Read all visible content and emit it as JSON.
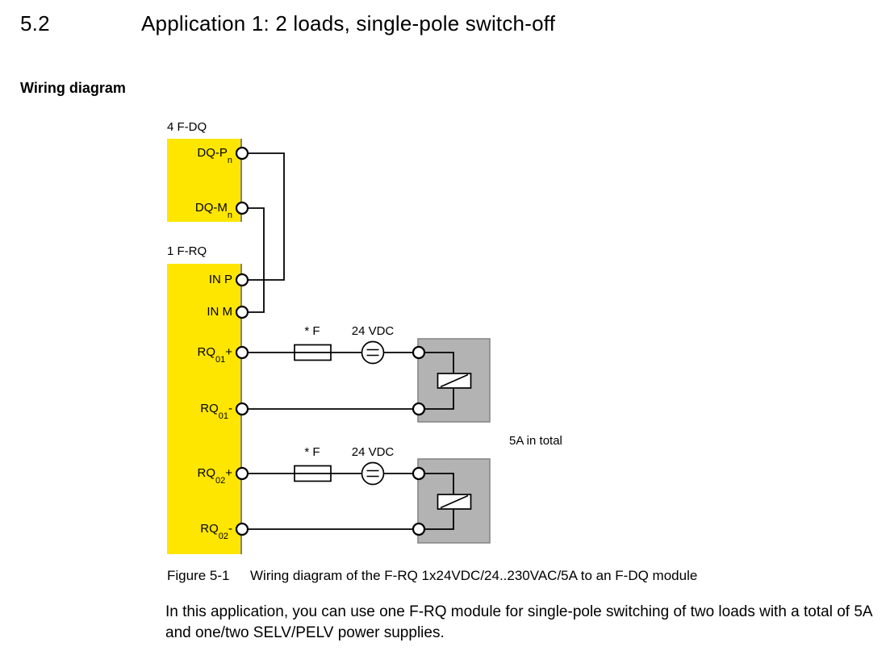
{
  "page": {
    "section_number": "5.2",
    "section_title": "Application 1: 2 loads, single-pole switch-off",
    "subheading": "Wiring diagram"
  },
  "diagram": {
    "fdq_module": {
      "label": "4 F-DQ",
      "terminals": [
        {
          "base": "DQ-P",
          "sub": "n",
          "suffix": ""
        },
        {
          "base": "DQ-M",
          "sub": "n",
          "suffix": ""
        }
      ]
    },
    "frq_module": {
      "label": "1 F-RQ",
      "terminals": [
        {
          "base": "IN P",
          "sub": "",
          "suffix": ""
        },
        {
          "base": "IN M",
          "sub": "",
          "suffix": ""
        },
        {
          "base": "RQ",
          "sub": "01",
          "suffix": "+"
        },
        {
          "base": "RQ",
          "sub": "01",
          "suffix": "-"
        },
        {
          "base": "RQ",
          "sub": "02",
          "suffix": "+"
        },
        {
          "base": "RQ",
          "sub": "02",
          "suffix": "-"
        }
      ]
    },
    "branches": [
      {
        "fuse_label": "* F",
        "supply_label": "24 VDC"
      },
      {
        "fuse_label": "* F",
        "supply_label": "24 VDC"
      }
    ],
    "note": "5A in total",
    "colors": {
      "module_fill": "#ffe600",
      "load_fill": "#b3b3b3",
      "load_border": "#878787",
      "wire": "#000000"
    }
  },
  "caption": {
    "figure_label": "Figure 5-1",
    "figure_text": "Wiring diagram of the F-RQ 1x24VDC/24..230VAC/5A to an F-DQ module"
  },
  "body": {
    "paragraph": "In this application, you can use one F-RQ module for single-pole switching of two loads with a total of 5A and one/two SELV/PELV power supplies."
  }
}
